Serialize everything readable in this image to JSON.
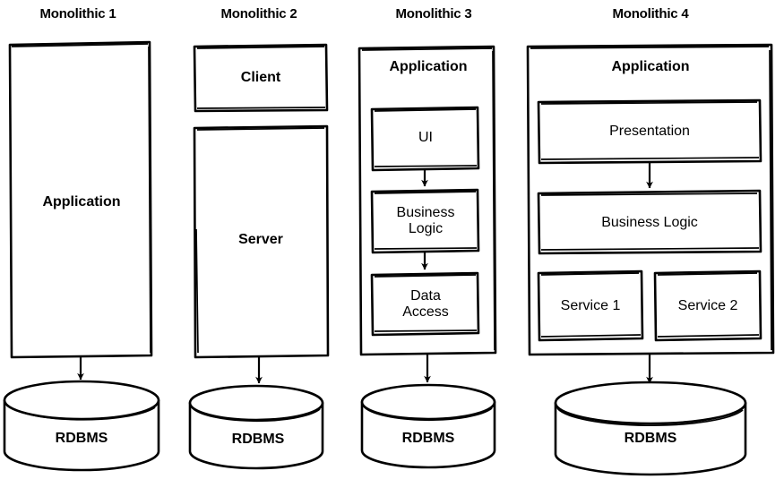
{
  "diagram": {
    "title_row": [
      {
        "id": "col1",
        "label": "Monolithic 1"
      },
      {
        "id": "col2",
        "label": "Monolithic 2"
      },
      {
        "id": "col3",
        "label": "Monolithic 3"
      },
      {
        "id": "col4",
        "label": "Monolithic 4"
      }
    ],
    "style": {
      "stroke": "#000000",
      "fill": "#ffffff",
      "background": "#ffffff"
    },
    "columns": [
      {
        "id": "col1",
        "title": "Monolithic 1",
        "boxes": [
          {
            "name": "application-box",
            "label": "Application",
            "weight": "bold"
          }
        ],
        "database": {
          "name": "rdbms-cylinder",
          "label": "RDBMS"
        },
        "arrows": [
          {
            "from": "application-box",
            "to": "rdbms-cylinder"
          }
        ]
      },
      {
        "id": "col2",
        "title": "Monolithic 2",
        "boxes": [
          {
            "name": "client-box",
            "label": "Client",
            "weight": "bold"
          },
          {
            "name": "server-box",
            "label": "Server",
            "weight": "bold"
          }
        ],
        "database": {
          "name": "rdbms-cylinder",
          "label": "RDBMS"
        },
        "arrows": [
          {
            "from": "server-box",
            "to": "rdbms-cylinder"
          }
        ]
      },
      {
        "id": "col3",
        "title": "Monolithic 3",
        "container": {
          "name": "application-container",
          "label": "Application",
          "weight": "bold"
        },
        "boxes": [
          {
            "name": "ui-box",
            "label": "UI",
            "weight": "normal"
          },
          {
            "name": "business-logic-box",
            "label": "Business\nLogic",
            "weight": "normal"
          },
          {
            "name": "data-access-box",
            "label": "Data\nAccess",
            "weight": "normal"
          }
        ],
        "database": {
          "name": "rdbms-cylinder",
          "label": "RDBMS"
        },
        "arrows": [
          {
            "from": "ui-box",
            "to": "business-logic-box"
          },
          {
            "from": "business-logic-box",
            "to": "data-access-box"
          },
          {
            "from": "application-container",
            "to": "rdbms-cylinder"
          }
        ]
      },
      {
        "id": "col4",
        "title": "Monolithic 4",
        "container": {
          "name": "application-container",
          "label": "Application",
          "weight": "bold"
        },
        "boxes": [
          {
            "name": "presentation-box",
            "label": "Presentation",
            "weight": "normal"
          },
          {
            "name": "business-logic-box",
            "label": "Business Logic",
            "weight": "normal"
          },
          {
            "name": "service-1-box",
            "label": "Service 1",
            "weight": "normal"
          },
          {
            "name": "service-2-box",
            "label": "Service 2",
            "weight": "normal"
          }
        ],
        "database": {
          "name": "rdbms-cylinder",
          "label": "RDBMS"
        },
        "arrows": [
          {
            "from": "presentation-box",
            "to": "business-logic-box"
          },
          {
            "from": "application-container",
            "to": "rdbms-cylinder"
          }
        ]
      }
    ]
  }
}
